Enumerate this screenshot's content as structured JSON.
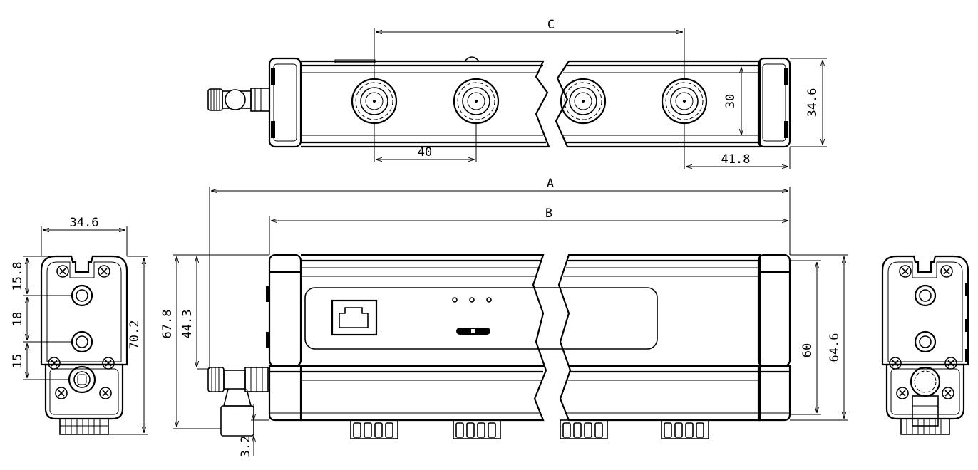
{
  "dimensions": {
    "c": "C",
    "a": "A",
    "b": "B",
    "pitch": "40",
    "height_top": "30",
    "width_top": "34.6",
    "end_offset": "41.8",
    "side_width": "34.6",
    "v1": "15.8",
    "v2": "18",
    "v3": "15",
    "side_height": "70.2",
    "front_total": "67.8",
    "front_port": "44.3",
    "offset": "3.2",
    "front_body": "60",
    "front_height": "64.6"
  }
}
